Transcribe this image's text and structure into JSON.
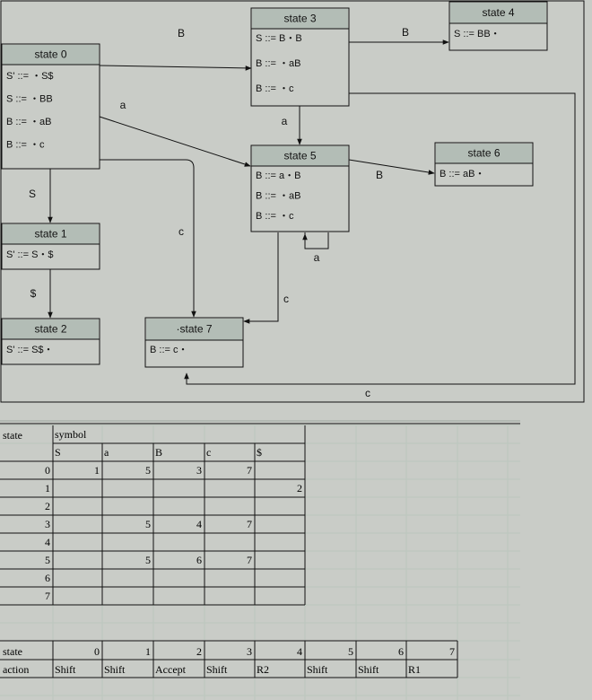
{
  "diagram": {
    "states": [
      {
        "id": "s0",
        "title": "state 0",
        "items": [
          "S' ::= ・S$",
          "S ::= ・BB",
          "B ::= ・aB",
          "B ::= ・c"
        ]
      },
      {
        "id": "s1",
        "title": "state 1",
        "items": [
          "S' ::= S・$"
        ]
      },
      {
        "id": "s2",
        "title": "state 2",
        "items": [
          "S' ::= S$・"
        ]
      },
      {
        "id": "s3",
        "title": "state 3",
        "items": [
          "S ::= B・B",
          "B ::= ・aB",
          "B ::= ・c"
        ]
      },
      {
        "id": "s4",
        "title": "state 4",
        "items": [
          "S ::= BB・"
        ]
      },
      {
        "id": "s5",
        "title": "state 5",
        "items": [
          "B ::= a・B",
          "B ::= ・aB",
          "B ::= ・c"
        ]
      },
      {
        "id": "s6",
        "title": "state 6",
        "items": [
          "B ::= aB・"
        ]
      },
      {
        "id": "s7",
        "title": "·state 7",
        "items": [
          "B ::= c・"
        ]
      }
    ],
    "edges": [
      {
        "from": "s0",
        "to": "s3",
        "label": "B"
      },
      {
        "from": "s0",
        "to": "s5",
        "label": "a"
      },
      {
        "from": "s0",
        "to": "s7",
        "label": "c"
      },
      {
        "from": "s0",
        "to": "s1",
        "label": "S"
      },
      {
        "from": "s1",
        "to": "s2",
        "label": "$"
      },
      {
        "from": "s3",
        "to": "s4",
        "label": "B"
      },
      {
        "from": "s3",
        "to": "s5",
        "label": "a"
      },
      {
        "from": "s3",
        "to": "s7",
        "label": "c"
      },
      {
        "from": "s5",
        "to": "s6",
        "label": "B"
      },
      {
        "from": "s5",
        "to": "s5",
        "label": "a"
      },
      {
        "from": "s5",
        "to": "s7",
        "label": "c"
      }
    ]
  },
  "goto_table": {
    "corner_label": "state",
    "group_label": "symbol",
    "symbols": [
      "S",
      "a",
      "B",
      "c",
      "$"
    ],
    "rows": [
      {
        "state": "0",
        "cells": [
          "1",
          "5",
          "3",
          "7",
          ""
        ]
      },
      {
        "state": "1",
        "cells": [
          "",
          "",
          "",
          "",
          "2"
        ]
      },
      {
        "state": "2",
        "cells": [
          "",
          "",
          "",
          "",
          ""
        ]
      },
      {
        "state": "3",
        "cells": [
          "",
          "5",
          "4",
          "7",
          ""
        ]
      },
      {
        "state": "4",
        "cells": [
          "",
          "",
          "",
          "",
          ""
        ]
      },
      {
        "state": "5",
        "cells": [
          "",
          "5",
          "6",
          "7",
          ""
        ]
      },
      {
        "state": "6",
        "cells": [
          "",
          "",
          "",
          "",
          ""
        ]
      },
      {
        "state": "7",
        "cells": [
          "",
          "",
          "",
          "",
          ""
        ]
      }
    ]
  },
  "action_table": {
    "state_label": "state",
    "action_label": "action",
    "states": [
      "0",
      "1",
      "2",
      "3",
      "4",
      "5",
      "6",
      "7"
    ],
    "actions": [
      "Shift",
      "Shift",
      "Accept",
      "Shift",
      "R2",
      "Shift",
      "Shift",
      "R1"
    ]
  },
  "colors": {
    "background": "#c9ccc7",
    "header": "#b3bdb6",
    "line": "#111111",
    "grid": "#bcc6bd"
  }
}
